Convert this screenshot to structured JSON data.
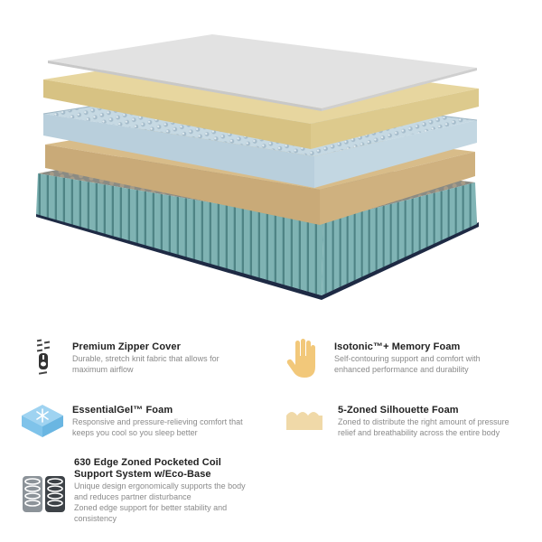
{
  "illustration": {
    "name": "mattress-layer-exploded-view",
    "layers": [
      {
        "name": "Premium Zipper Cover",
        "color": "#dcdcdc"
      },
      {
        "name": "Isotonic Memory Foam",
        "color": "#e6d29a"
      },
      {
        "name": "EssentialGel Foam",
        "color": "#bcd3e0"
      },
      {
        "name": "5-Zoned Silhouette Foam",
        "color": "#d9bd86"
      },
      {
        "name": "630 Edge Zoned Pocketed Coil Support System",
        "color": "#5f9ea0"
      },
      {
        "name": "Eco-Base",
        "color": "#1e2a44"
      }
    ]
  },
  "features": [
    {
      "icon": "zipper-icon",
      "title": "Premium Zipper Cover",
      "lines": [
        "Durable, stretch knit fabric that allows for",
        "maximum airflow"
      ]
    },
    {
      "icon": "hand-icon",
      "title": "Isotonic™+ Memory Foam",
      "lines": [
        "Self-contouring support and comfort with",
        "enhanced performance and durability"
      ]
    },
    {
      "icon": "gel-snowflake-icon",
      "title": "EssentialGel™ Foam",
      "lines": [
        "Responsive and pressure-relieving comfort that",
        "keeps you cool so you sleep better"
      ]
    },
    {
      "icon": "zoned-foam-icon",
      "title": "5-Zoned Silhouette Foam",
      "lines": [
        "Zoned to distribute the right amount of pressure",
        "relief and breathability across the entire body"
      ]
    },
    {
      "icon": "coil-springs-icon",
      "title_lines": [
        "630 Edge Zoned Pocketed Coil",
        "Support System w/Eco-Base"
      ],
      "lines": [
        "Unique design ergonomically supports the body",
        "and reduces partner disturbance",
        "Zoned edge support for better stability and",
        "consistency"
      ]
    }
  ],
  "colors": {
    "title": "#222222",
    "description": "#8a8a8a",
    "hand": "#f2c87a",
    "gel": "#7fc3ea",
    "zoned_foam": "#f0d9a8",
    "coil_light": "#8c9399",
    "coil_dark": "#3d4247"
  }
}
